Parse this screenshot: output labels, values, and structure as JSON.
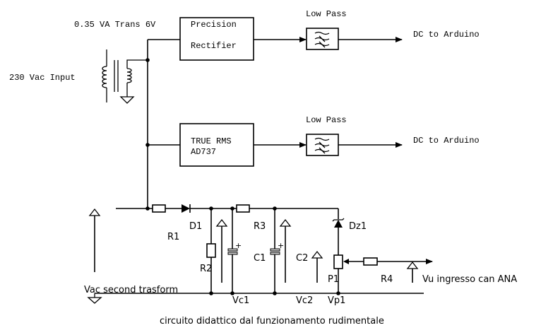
{
  "diagram": {
    "caption": "circuito didattico dal funzionamento rudimentale",
    "transformer": {
      "input_label": "230 Vac Input",
      "rating_label": "0.35 VA Trans 6V"
    },
    "top_chain": {
      "block_line1": "Precision",
      "block_line2": "Rectifier",
      "filter_label": "Low Pass",
      "output_label": "DC to Arduino"
    },
    "middle_chain": {
      "block_line1": "TRUE RMS",
      "block_line2": "AD737",
      "filter_label": "Low Pass",
      "output_label": "DC to Arduino"
    },
    "bottom_circuit": {
      "vac_label": "Vac second trasform",
      "components": {
        "R1": "R1",
        "D1": "D1",
        "R2": "R2",
        "R3": "R3",
        "C1": "C1",
        "C2": "C2",
        "Dz1": "Dz1",
        "P1": "P1",
        "R4": "R4"
      },
      "voltages": {
        "Vc1": "Vc1",
        "Vc2": "Vc2",
        "Vp1": "Vp1",
        "Vu": "Vu ingresso can ANA"
      },
      "polarity_mark": "+"
    }
  }
}
